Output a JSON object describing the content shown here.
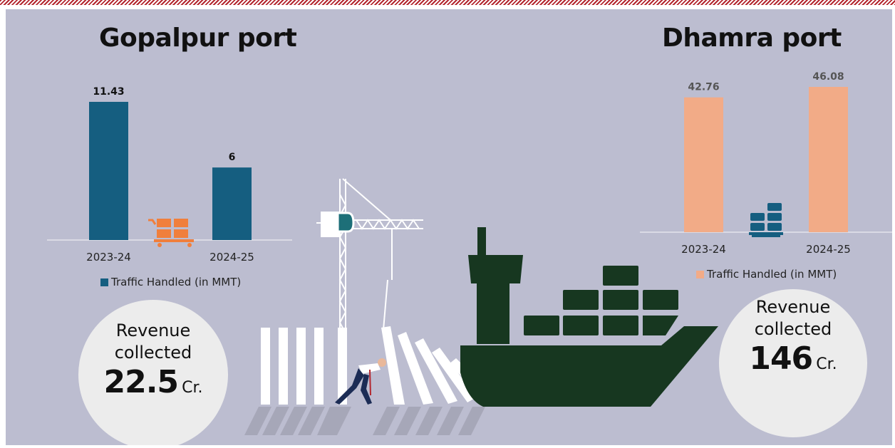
{
  "colors": {
    "panel_bg": "#bcbdd0",
    "gopalpur_bar": "#155e80",
    "dhamra_bar": "#f2ab87",
    "ship": "#173720",
    "circle_bg": "#ececec"
  },
  "icons": [
    "cart-icon",
    "pallet-icon",
    "crane-icon",
    "ship-icon",
    "worker-icon"
  ],
  "chart_data": [
    {
      "type": "bar",
      "title": "Gopalpur port",
      "categories": [
        "2023-24",
        "2024-25"
      ],
      "series": [
        {
          "name": "Traffic Handled (in MMT)",
          "values": [
            11.43,
            6
          ]
        }
      ],
      "value_labels": [
        "11.43",
        "6"
      ],
      "ylim": [
        0,
        11.43
      ],
      "grid": false,
      "legend_position": "bottom"
    },
    {
      "type": "bar",
      "title": "Dhamra port",
      "categories": [
        "2023-24",
        "2024-25"
      ],
      "series": [
        {
          "name": "Traffic Handled (in MMT)",
          "values": [
            42.76,
            46.08
          ]
        }
      ],
      "value_labels": [
        "42.76",
        "46.08"
      ],
      "ylim": [
        0,
        46.08
      ],
      "grid": false,
      "legend_position": "bottom"
    }
  ],
  "revenue": [
    {
      "label": "Revenue collected",
      "value": "22.5",
      "unit": "Cr."
    },
    {
      "label": "Revenue collected",
      "value": "146",
      "unit": "Cr."
    }
  ]
}
